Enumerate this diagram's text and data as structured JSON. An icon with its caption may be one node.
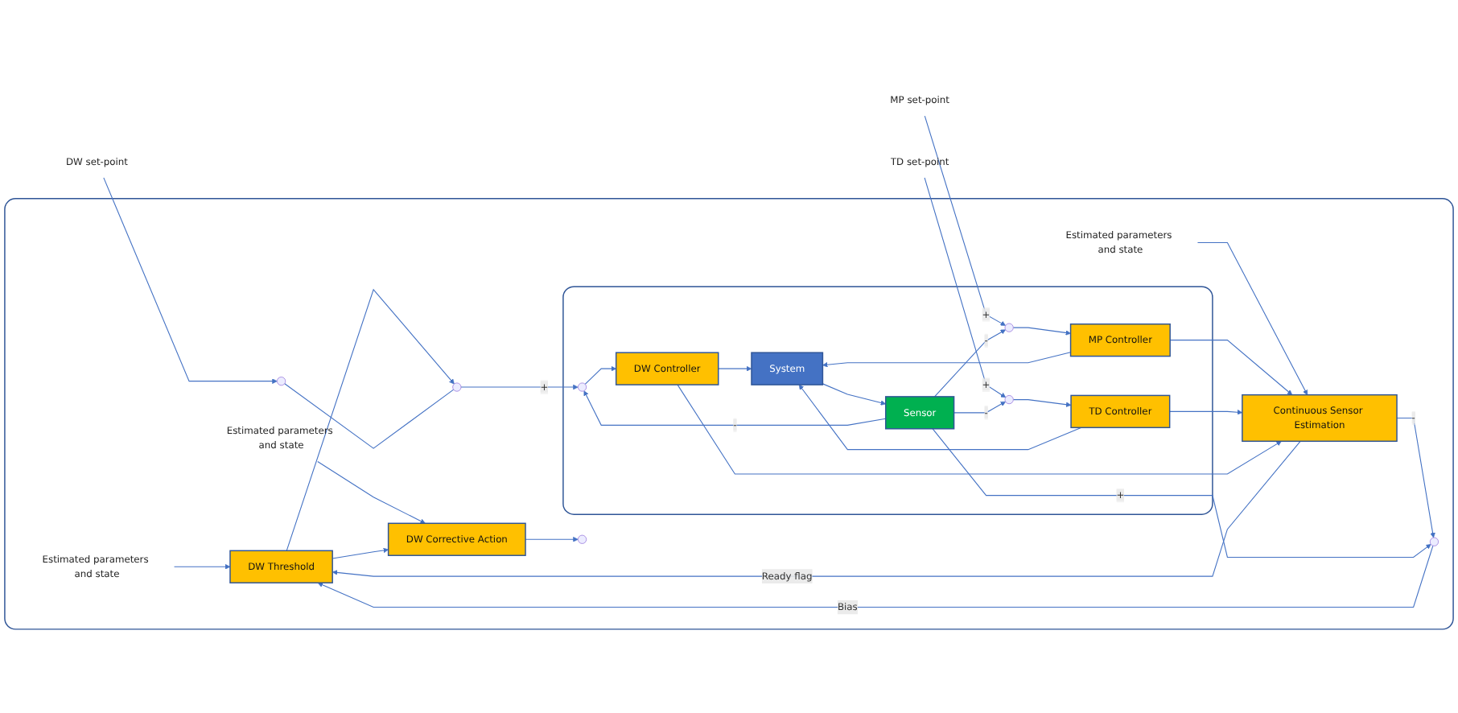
{
  "diagram": {
    "nodes": [
      {
        "text": [],
        "shape": "box"
      },
      {
        "text": [
          "Estimated parameters and state"
        ],
        "in": 0
      },
      {
        "text": [
          "Estimated parameters and state"
        ],
        "in": 0
      },
      {
        "text": [
          "Estimated parameters and state"
        ],
        "in": 0
      },
      {
        "text": [
          "DW Corrective Action"
        ],
        "in": 0
      },
      {
        "text": [
          "DW Threshold"
        ],
        "in": 0
      },
      {
        "text": [],
        "shape": "circle",
        "in": 0
      },
      {
        "text": [
          "Continuous Sensor Estimation"
        ],
        "in": 0
      },
      {
        "text": [],
        "shape": "box",
        "in": 0
      },
      {
        "text": [
          "MP set-point"
        ]
      },
      {
        "text": [
          "TD set-point"
        ]
      },
      {
        "text": [
          "DW set-point"
        ]
      },
      {
        "text": [],
        "shape": "circle",
        "in": 0
      },
      {
        "text": [],
        "shape": "circle",
        "in": 0
      },
      {
        "text": [],
        "shape": "circle",
        "in": 0
      },
      {
        "text": [],
        "shape": "circle",
        "in": 8
      },
      {
        "text": [],
        "shape": "circle",
        "in": 8
      },
      {
        "text": [],
        "shape": "circle",
        "in": 8
      },
      {
        "text": [
          "MP Controller"
        ],
        "in": 8
      },
      {
        "text": [
          "TD Controller"
        ],
        "in": 8
      },
      {
        "text": [
          "DW Controller"
        ],
        "in": 8
      },
      {
        "text": [
          "System"
        ],
        "in": 8
      },
      {
        "text": [
          "Sensor"
        ],
        "in": 8
      }
    ],
    "edges": [
      {
        "from": 1,
        "to": 4,
        "arrow": "to"
      },
      {
        "from": 2,
        "to": 5,
        "arrow": "to"
      },
      {
        "from": 3,
        "to": 7,
        "arrow": "to"
      },
      {
        "from": 7,
        "to": 6,
        "arrow": "to",
        "label": "-"
      },
      {
        "from": 22,
        "to": 6,
        "arrow": "to",
        "label": "+"
      },
      {
        "from": 6,
        "to": 5,
        "arrow": "to",
        "label": "Bias"
      },
      {
        "from": 7,
        "to": 5,
        "arrow": "to",
        "label": "Ready flag"
      },
      {
        "from": 5,
        "to": 4,
        "arrow": "to"
      },
      {
        "from": 5,
        "to": 14,
        "arrow": "to"
      },
      {
        "from": 4,
        "to": 13,
        "arrow": "to"
      },
      {
        "from": 9,
        "to": 15,
        "arrow": "to",
        "label": "+"
      },
      {
        "from": 10,
        "to": 16,
        "arrow": "to",
        "label": "+"
      },
      {
        "from": 11,
        "to": 12,
        "arrow": "to"
      },
      {
        "from": 12,
        "to": 14,
        "arrow": "none"
      },
      {
        "from": 14,
        "to": 17,
        "arrow": "to",
        "label": "+"
      },
      {
        "from": 22,
        "to": 15,
        "arrow": "to",
        "label": "-"
      },
      {
        "from": 22,
        "to": 16,
        "arrow": "to",
        "label": "-"
      },
      {
        "from": 22,
        "to": 17,
        "arrow": "to",
        "label": "-"
      },
      {
        "from": 15,
        "to": 18,
        "arrow": "to"
      },
      {
        "from": 16,
        "to": 19,
        "arrow": "to"
      },
      {
        "from": 17,
        "to": 20,
        "arrow": "to"
      },
      {
        "from": 18,
        "to": 21,
        "arrow": "to"
      },
      {
        "from": 19,
        "to": 21,
        "arrow": "to"
      },
      {
        "from": 20,
        "to": 21,
        "arrow": "to"
      },
      {
        "from": 21,
        "to": 22,
        "arrow": "to"
      },
      {
        "from": 18,
        "to": 7,
        "arrow": "to"
      },
      {
        "from": 19,
        "to": 7,
        "arrow": "to"
      },
      {
        "from": 20,
        "to": 7,
        "arrow": "to"
      }
    ]
  }
}
